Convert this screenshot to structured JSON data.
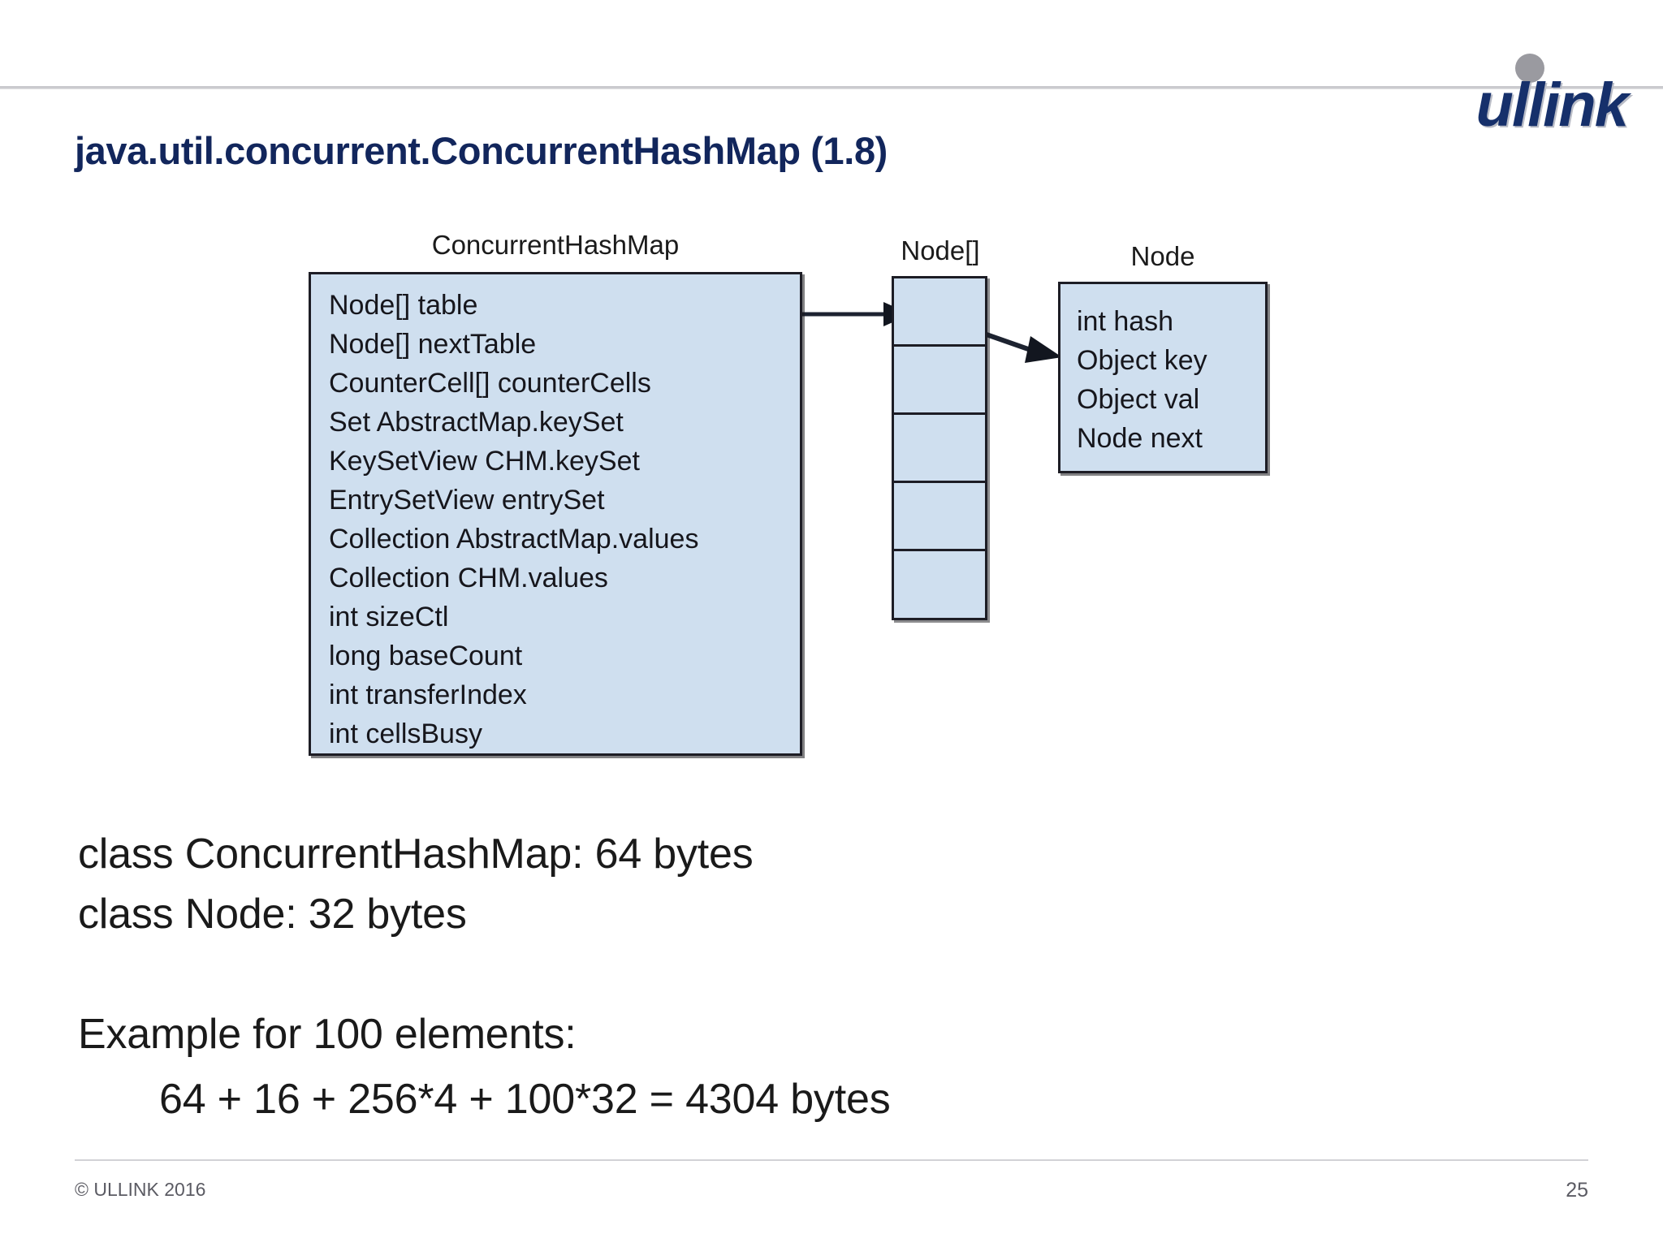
{
  "slide": {
    "title": "java.util.concurrent.ConcurrentHashMap (1.8)",
    "page_number": "25",
    "copyright": "© ULLINK 2016",
    "brand": {
      "logo_text": "ullink",
      "logo_color": "#12265c",
      "logo_dot_color": "#9a9aa0"
    },
    "colors": {
      "title": "#12265c",
      "box_fill": "#cfdfef",
      "box_border": "#1d1d25",
      "body_text": "#1a1a1a",
      "footer_text": "#5b5b63",
      "rule": "#c9c9cd"
    }
  },
  "diagram": {
    "chm_box": {
      "label": "ConcurrentHashMap",
      "fields": [
        "Node[] table",
        "Node[] nextTable",
        "CounterCell[] counterCells",
        "Set AbstractMap.keySet",
        "KeySetView CHM.keySet",
        "EntrySetView entrySet",
        "Collection AbstractMap.values",
        "Collection CHM.values",
        "int sizeCtl",
        "long baseCount",
        "int transferIndex",
        "int cellsBusy"
      ]
    },
    "array_box": {
      "label": "Node[]",
      "cell_count": 5
    },
    "node_box": {
      "label": "Node",
      "fields": [
        "int hash",
        "Object key",
        "Object val",
        "Node next"
      ]
    },
    "arrows": [
      {
        "name": "table-to-array",
        "from": "Node[] table",
        "to": "Node[] array"
      },
      {
        "name": "array-cell-to-node",
        "from": "Node[] array cell 0",
        "to": "Node"
      }
    ]
  },
  "body": {
    "lines": [
      "class ConcurrentHashMap: 64 bytes",
      "class Node: 32 bytes"
    ],
    "example_heading": "Example for 100 elements:",
    "example_calculation": "64 + 16 + 256*4 + 100*32 = 4304 bytes"
  }
}
